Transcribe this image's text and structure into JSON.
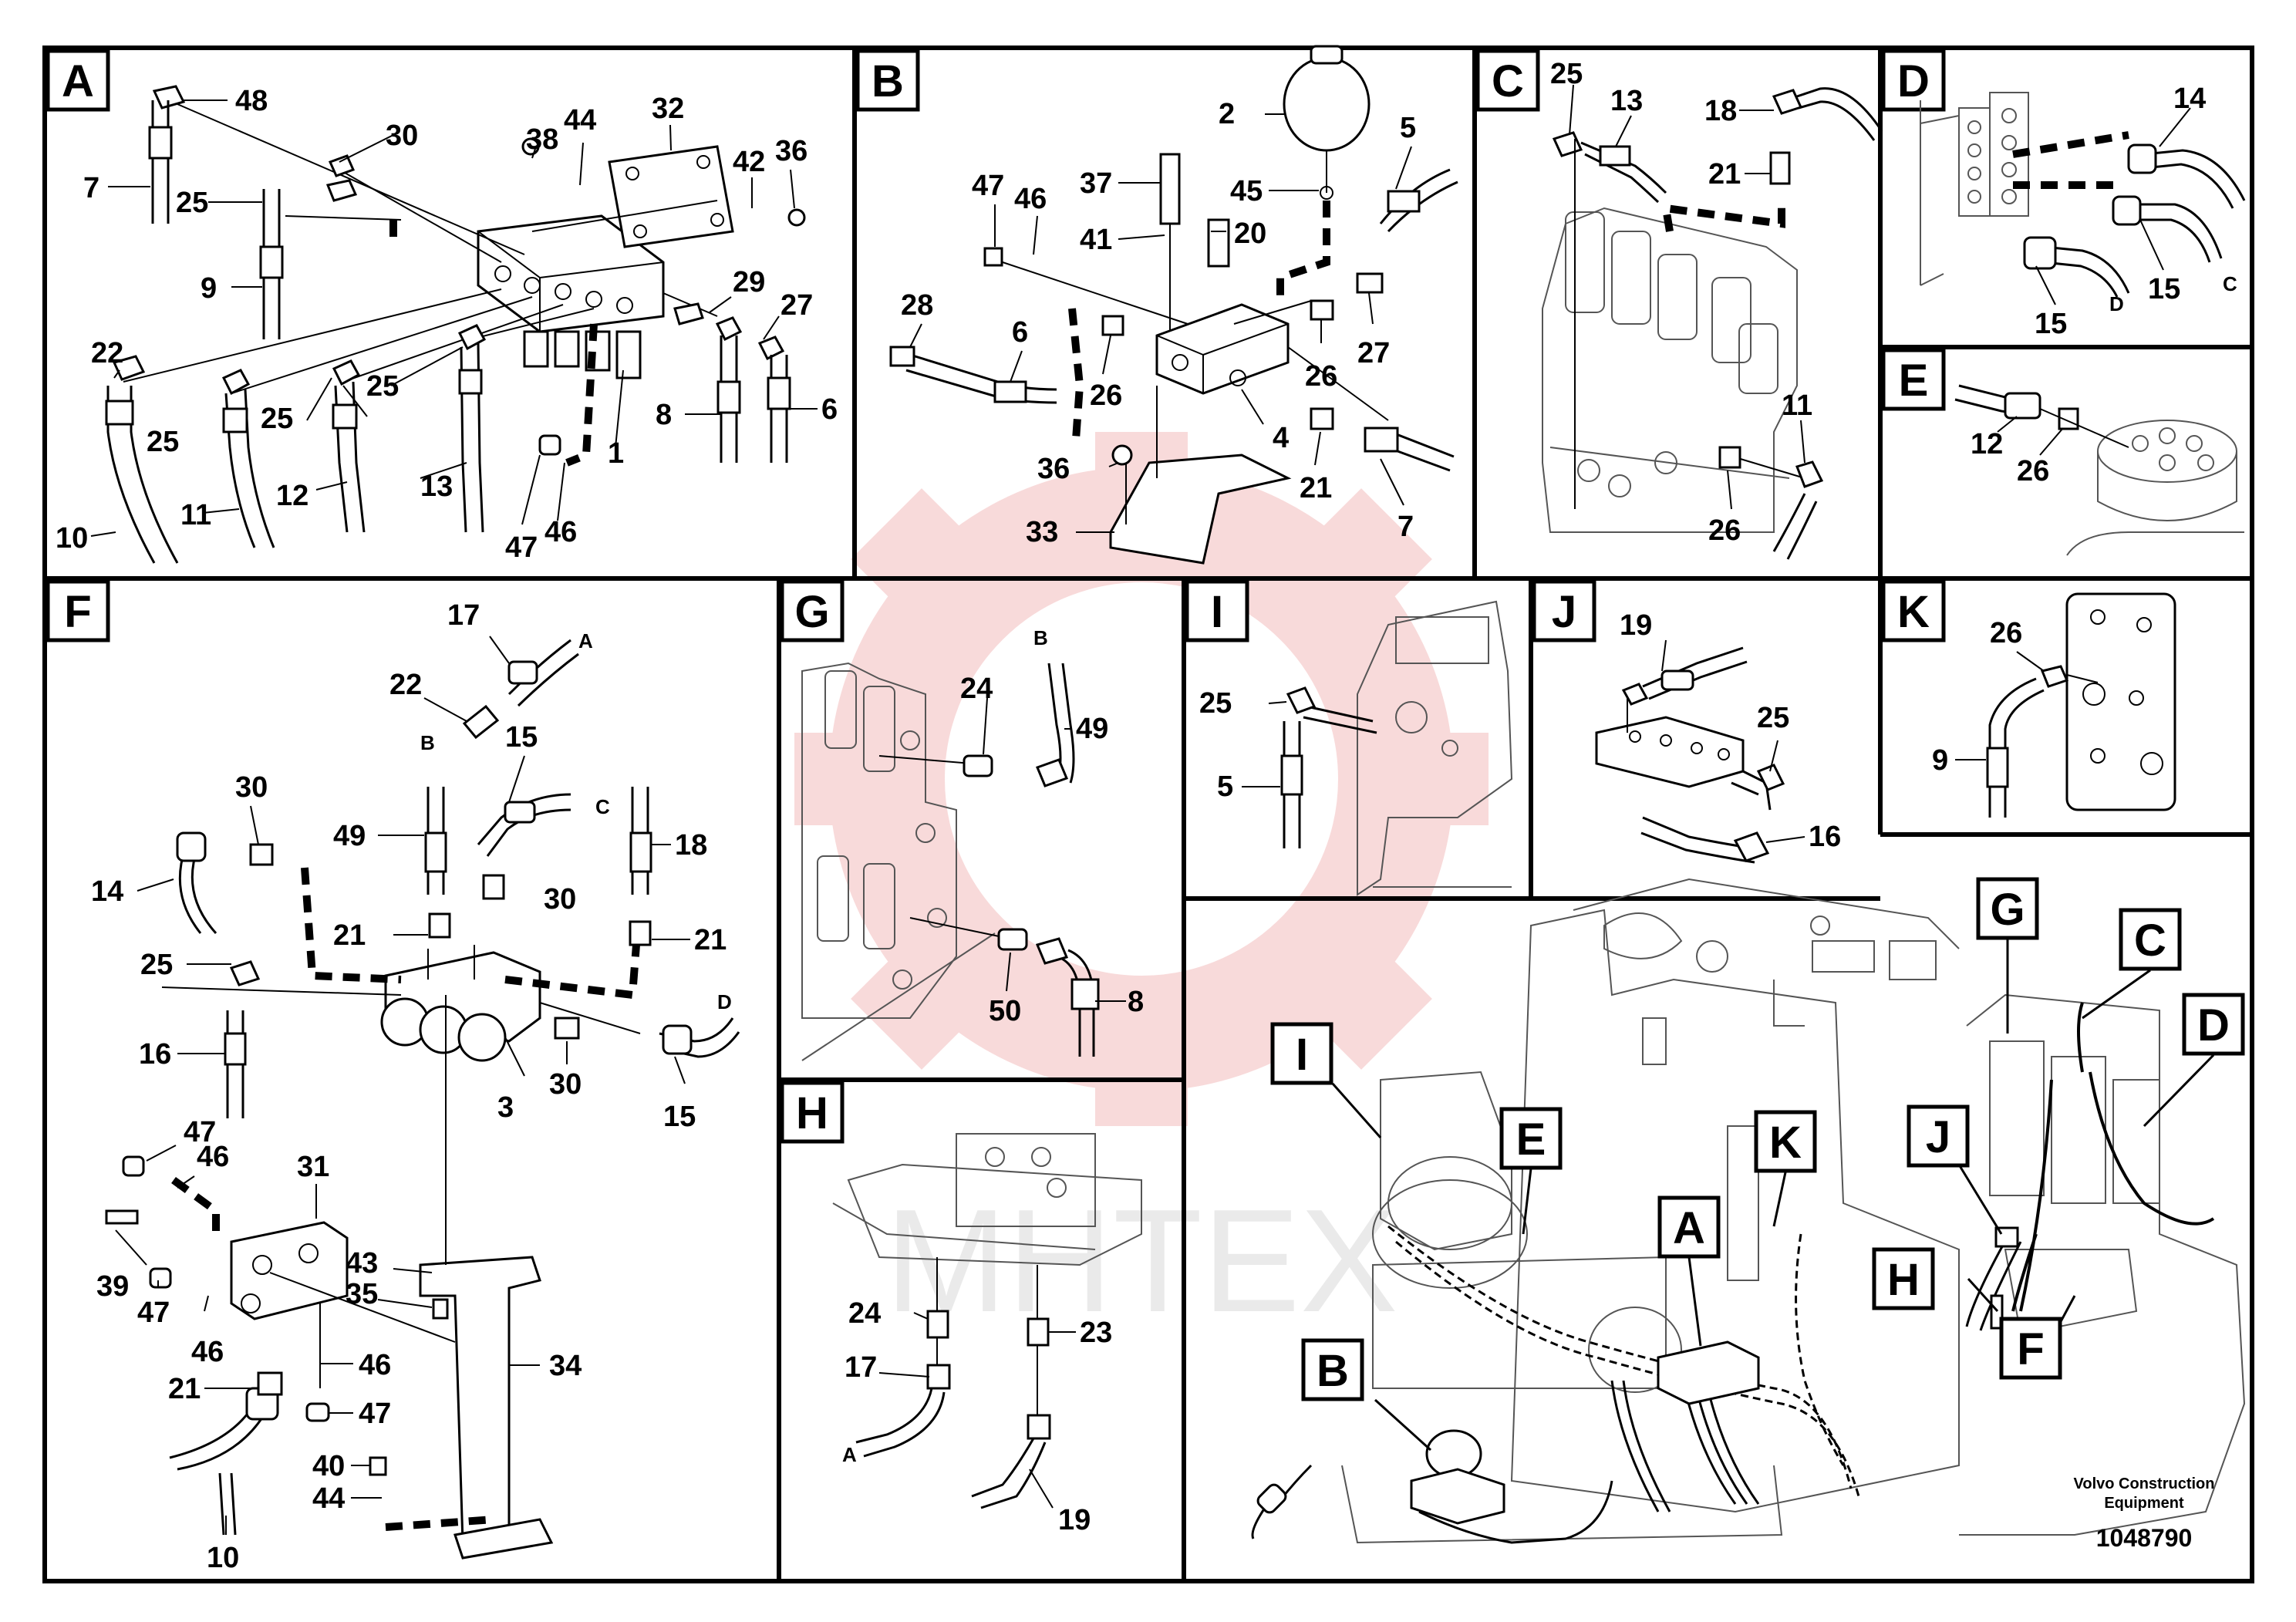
{
  "panels": [
    {
      "id": "A",
      "label": "A"
    },
    {
      "id": "B",
      "label": "B"
    },
    {
      "id": "C",
      "label": "C"
    },
    {
      "id": "D",
      "label": "D"
    },
    {
      "id": "E",
      "label": "E"
    },
    {
      "id": "F",
      "label": "F"
    },
    {
      "id": "G",
      "label": "G"
    },
    {
      "id": "H",
      "label": "H"
    },
    {
      "id": "I",
      "label": "I"
    },
    {
      "id": "J",
      "label": "J"
    },
    {
      "id": "K",
      "label": "K"
    }
  ],
  "callouts": {
    "A": [
      "48",
      "30",
      "7",
      "25",
      "9",
      "38",
      "44",
      "32",
      "42",
      "36",
      "29",
      "27",
      "8",
      "6",
      "22",
      "25",
      "25",
      "25",
      "13",
      "12",
      "11",
      "10",
      "47",
      "46",
      "1"
    ],
    "B": [
      "2",
      "5",
      "47",
      "46",
      "37",
      "45",
      "20",
      "41",
      "28",
      "6",
      "26",
      "26",
      "27",
      "36",
      "4",
      "21",
      "33",
      "7"
    ],
    "C": [
      "25",
      "13",
      "18",
      "21",
      "11",
      "26"
    ],
    "D": [
      "14",
      "15",
      "15",
      "D",
      "C"
    ],
    "E": [
      "12",
      "26"
    ],
    "F": [
      "17",
      "A",
      "22",
      "B",
      "15",
      "C",
      "30",
      "49",
      "18",
      "14",
      "30",
      "21",
      "21",
      "25",
      "16",
      "30",
      "D",
      "15",
      "3",
      "47",
      "46",
      "31",
      "39",
      "47",
      "46",
      "43",
      "35",
      "46",
      "47",
      "21",
      "34",
      "40",
      "44",
      "10"
    ],
    "G": [
      "B",
      "24",
      "49",
      "50",
      "8"
    ],
    "H": [
      "24",
      "23",
      "17",
      "A",
      "19"
    ],
    "I": [
      "25",
      "5"
    ],
    "J": [
      "19",
      "25",
      "16"
    ],
    "K": [
      "26",
      "9"
    ]
  },
  "overview_callouts": [
    "G",
    "C",
    "D",
    "J",
    "I",
    "E",
    "K",
    "A",
    "H",
    "F",
    "B"
  ],
  "footer": {
    "company_line1": "Volvo Construction",
    "company_line2": "Equipment",
    "drawing_number": "1048790"
  },
  "watermark": {
    "text": "MНТЕХ",
    "color": "#f2c4c4"
  }
}
